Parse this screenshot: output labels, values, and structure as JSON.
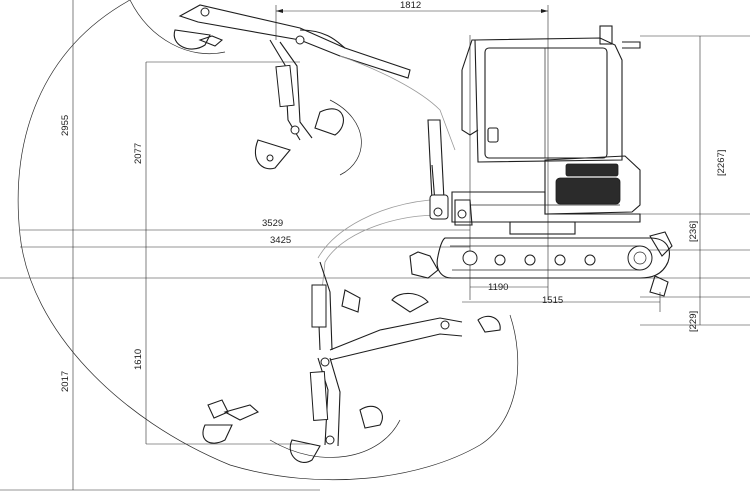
{
  "dimensions": {
    "top_width": "1812",
    "max_reach": "3529",
    "reach_ground": "3425",
    "tail_1190": "1190",
    "tail_1515": "1515",
    "height_2955": "2955",
    "height_2077": "2077",
    "cab_height": "[2267]",
    "track_236": "[236]",
    "track_229": "[229]",
    "depth_2017": "2017",
    "depth_1610": "1610"
  }
}
